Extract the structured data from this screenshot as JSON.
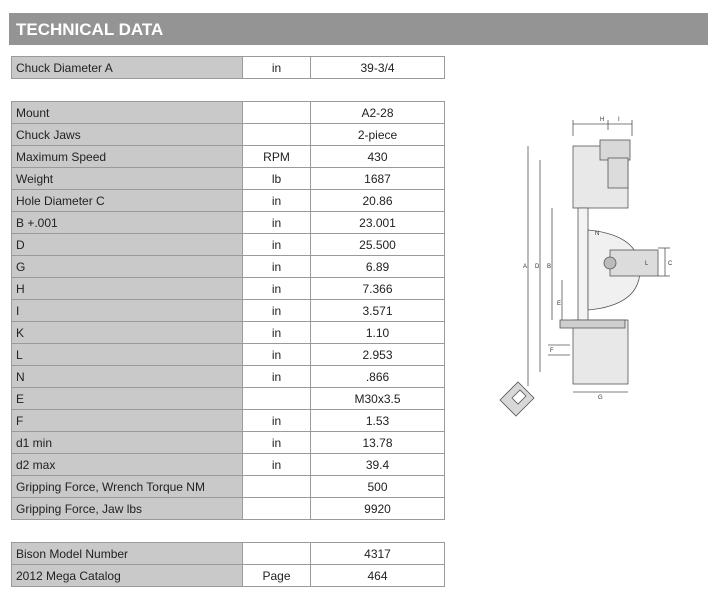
{
  "header": {
    "title": "TECHNICAL DATA"
  },
  "top_table": [
    {
      "label": "Chuck Diameter A",
      "unit": "in",
      "value": "39-3/4"
    }
  ],
  "specs": [
    {
      "label": "Mount",
      "unit": "",
      "value": "A2-28"
    },
    {
      "label": "Chuck Jaws",
      "unit": "",
      "value": "2-piece"
    },
    {
      "label": "Maximum Speed",
      "unit": "RPM",
      "value": "430"
    },
    {
      "label": "Weight",
      "unit": "lb",
      "value": "1687"
    },
    {
      "label": "Hole Diameter C",
      "unit": "in",
      "value": "20.86"
    },
    {
      "label": "B +.001",
      "unit": "in",
      "value": "23.001"
    },
    {
      "label": "D",
      "unit": "in",
      "value": "25.500"
    },
    {
      "label": "G",
      "unit": "in",
      "value": "6.89"
    },
    {
      "label": "H",
      "unit": "in",
      "value": "7.366"
    },
    {
      "label": "I",
      "unit": "in",
      "value": "3.571"
    },
    {
      "label": "K",
      "unit": "in",
      "value": "1.10"
    },
    {
      "label": "L",
      "unit": "in",
      "value": "2.953"
    },
    {
      "label": "N",
      "unit": "in",
      "value": ".866"
    },
    {
      "label": "E",
      "unit": "",
      "value": "M30x3.5"
    },
    {
      "label": "F",
      "unit": "in",
      "value": "1.53"
    },
    {
      "label": "d1 min",
      "unit": "in",
      "value": "13.78"
    },
    {
      "label": "d2 max",
      "unit": "in",
      "value": "39.4"
    },
    {
      "label": "Gripping Force, Wrench Torque NM",
      "unit": "",
      "value": "500"
    },
    {
      "label": "Gripping Force, Jaw lbs",
      "unit": "",
      "value": "9920"
    }
  ],
  "bottom_table": [
    {
      "label": "Bison Model Number",
      "unit": "",
      "value": "4317"
    },
    {
      "label": "2012 Mega Catalog",
      "unit": "Page",
      "value": "464"
    }
  ],
  "drawing": {
    "dimension_letters": [
      "H",
      "I",
      "A",
      "D",
      "B",
      "N",
      "C",
      "L",
      "E",
      "F",
      "G"
    ]
  }
}
